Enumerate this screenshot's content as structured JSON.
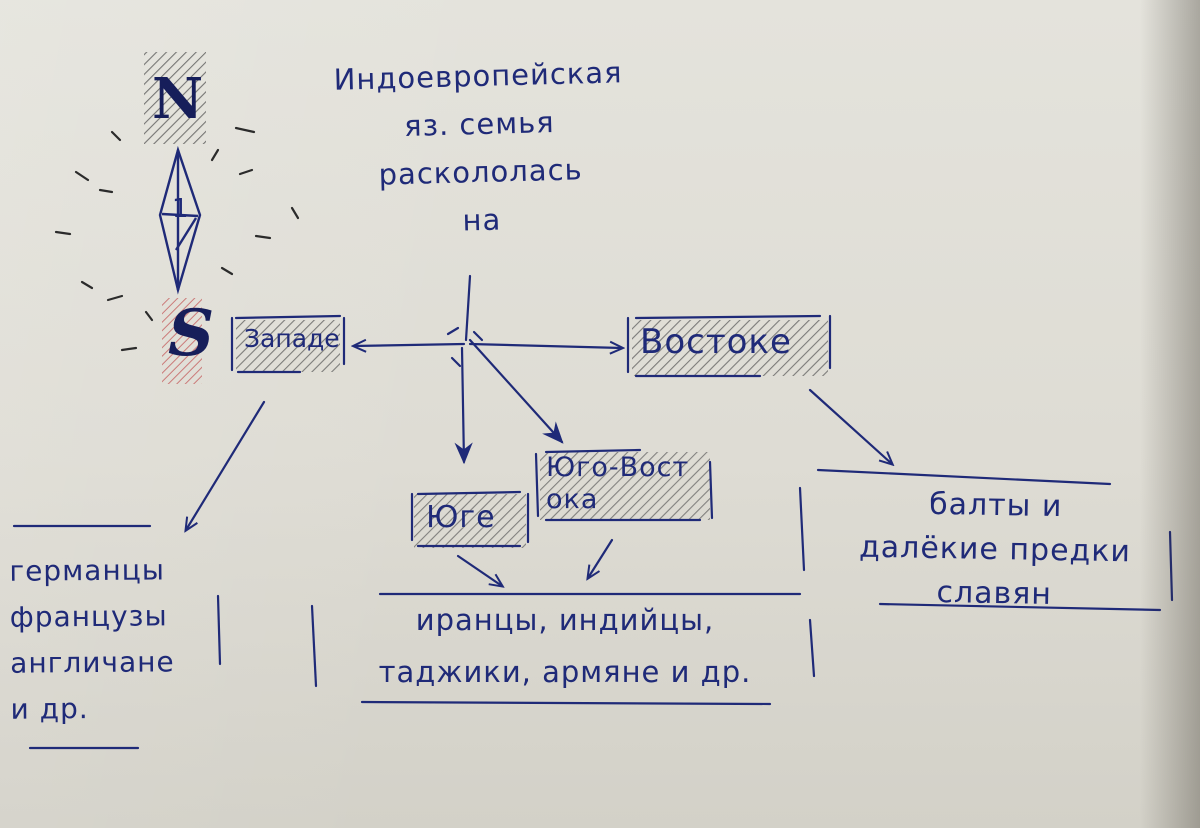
{
  "title": {
    "lines": [
      "Индоевропейская",
      "яз. семья",
      "раскололась",
      "на"
    ]
  },
  "compass": {
    "north": "N",
    "south": "S",
    "center_mark": "1",
    "colors": {
      "north_hatch": "#444444",
      "south_hatch": "#c45a5a"
    }
  },
  "directions": {
    "west": "Западе",
    "east": "Востоке",
    "south": "Юге",
    "southeast": "Юго-Востока"
  },
  "groups": {
    "west": {
      "lines": [
        "германцы",
        "французы",
        "англичане",
        "и др."
      ]
    },
    "south": {
      "lines": [
        "иранцы, индийцы,",
        "таджики, армяне и др."
      ]
    },
    "east": {
      "lines": [
        "балты и",
        "далёкие предки",
        "славян"
      ]
    }
  },
  "colors": {
    "ink": "#1f2a78",
    "paper": "#e2e0d8",
    "hatch": "#555555"
  }
}
